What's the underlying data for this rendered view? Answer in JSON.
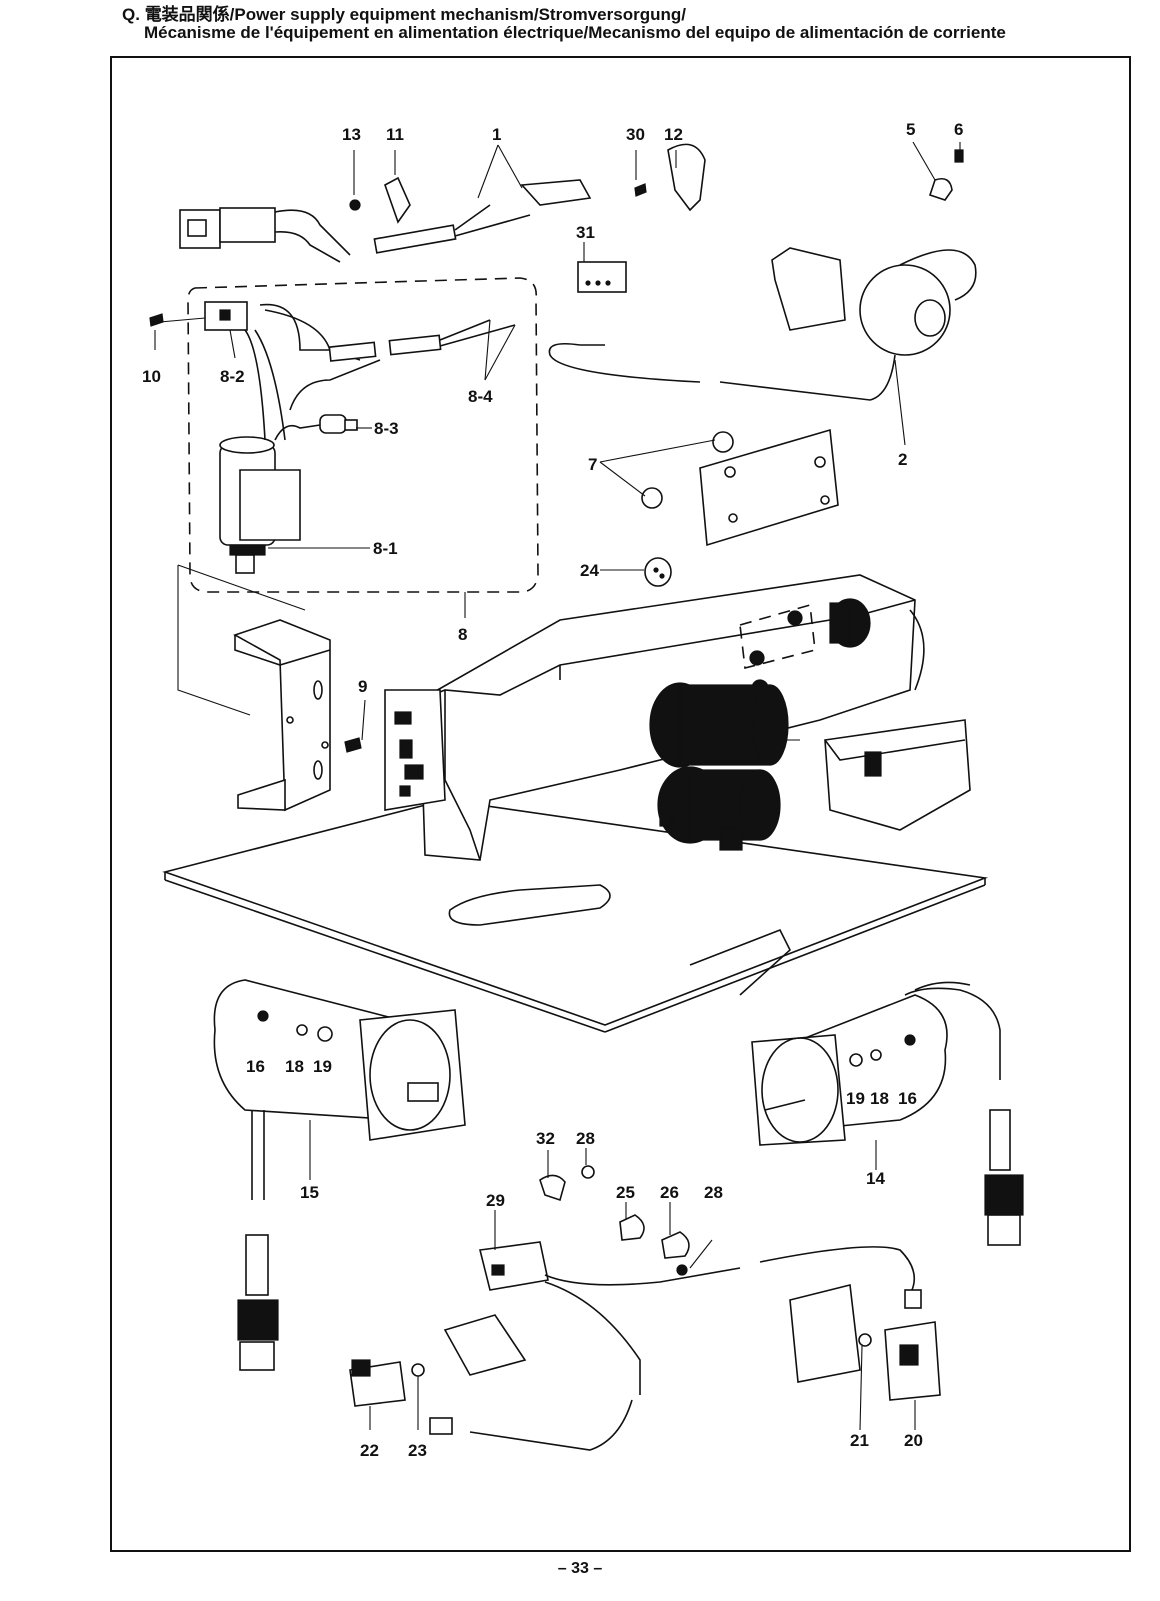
{
  "header": {
    "prefix": "Q.",
    "title_line1": "電装品関係/Power supply equipment mechanism/Stromversorgung/",
    "title_line2": "Mécanisme de l'équipement en alimentation électrique/Mecanismo del equipo de alimentación de corriente"
  },
  "page_number": "– 33 –",
  "callouts": {
    "c1": "1",
    "c2": "2",
    "c5": "5",
    "c6": "6",
    "c7": "7",
    "c8": "8",
    "c8_1": "8-1",
    "c8_2": "8-2",
    "c8_3": "8-3",
    "c8_4": "8-4",
    "c9": "9",
    "c10": "10",
    "c11": "11",
    "c12": "12",
    "c13": "13",
    "c14": "14",
    "c15": "15",
    "c16a": "16",
    "c16b": "16",
    "c18a": "18",
    "c18b": "18",
    "c19a": "19",
    "c19b": "19",
    "c20": "20",
    "c21": "21",
    "c22": "22",
    "c23": "23",
    "c24": "24",
    "c25": "25",
    "c26": "26",
    "c28a": "28",
    "c28b": "28",
    "c29": "29",
    "c30": "30",
    "c31": "31",
    "c32": "32"
  }
}
